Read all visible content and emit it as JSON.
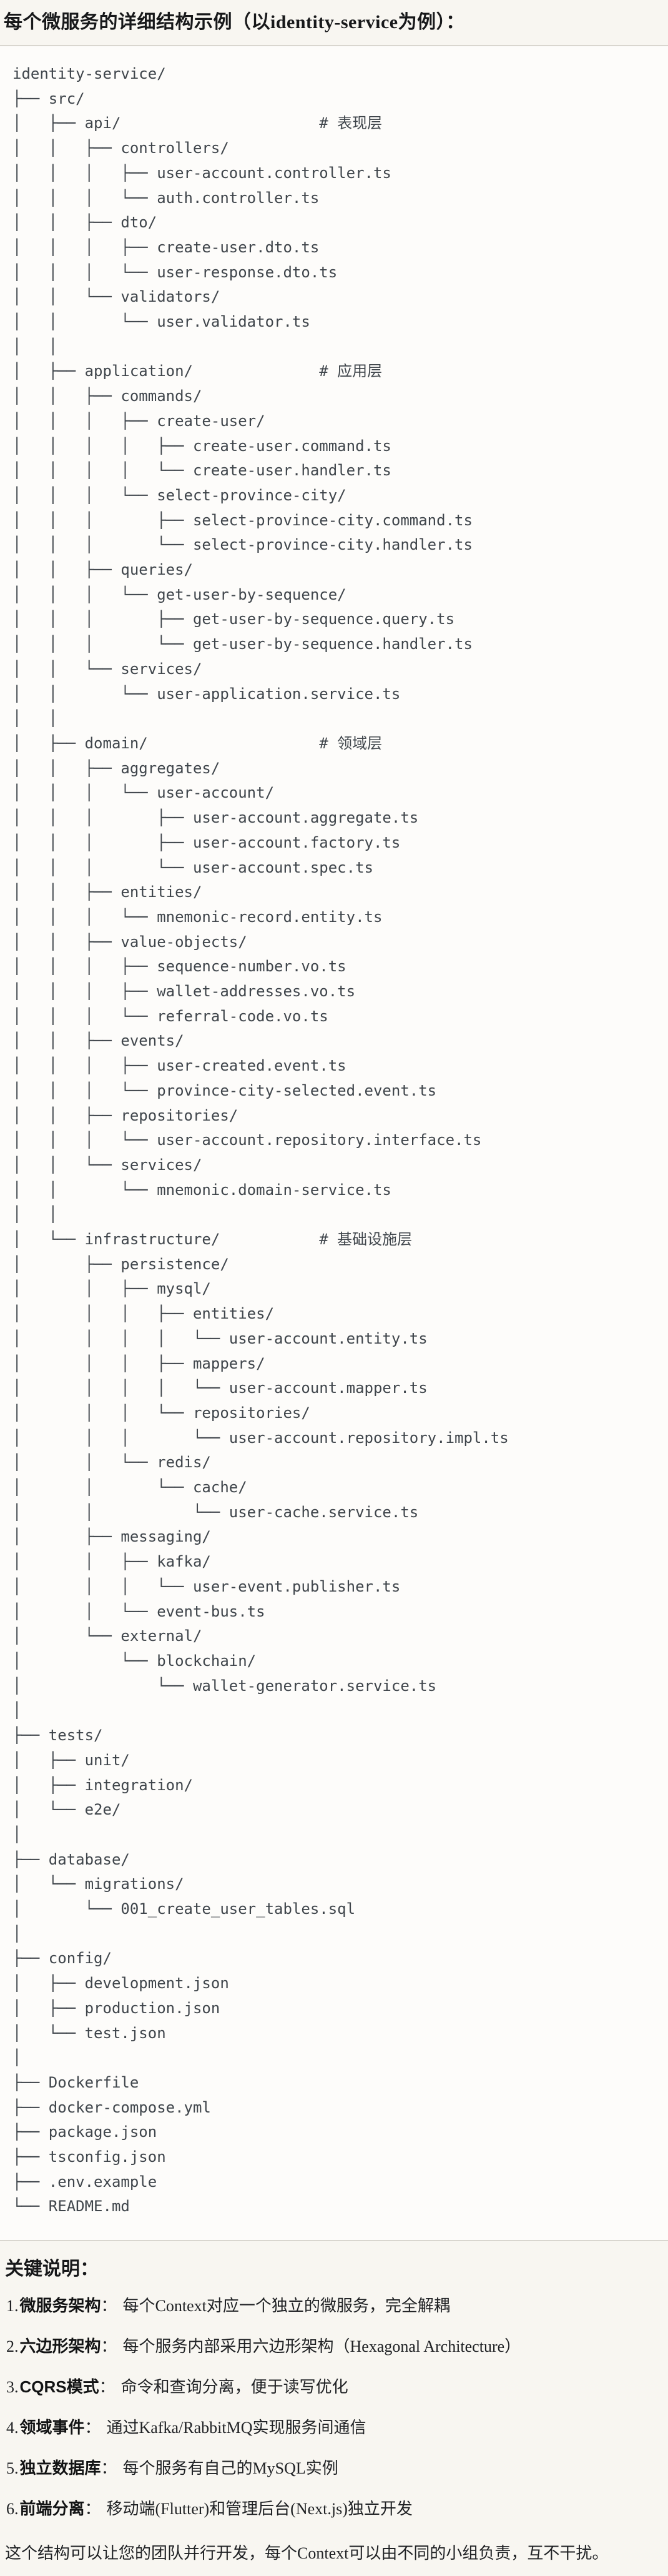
{
  "header": {
    "title": "每个微服务的详细结构示例（以identity-service为例）："
  },
  "tree": {
    "lines": [
      "identity-service/",
      "├── src/",
      "│   ├── api/                      # 表现层",
      "│   │   ├── controllers/",
      "│   │   │   ├── user-account.controller.ts",
      "│   │   │   └── auth.controller.ts",
      "│   │   ├── dto/",
      "│   │   │   ├── create-user.dto.ts",
      "│   │   │   └── user-response.dto.ts",
      "│   │   └── validators/",
      "│   │       └── user.validator.ts",
      "│   │",
      "│   ├── application/              # 应用层",
      "│   │   ├── commands/",
      "│   │   │   ├── create-user/",
      "│   │   │   │   ├── create-user.command.ts",
      "│   │   │   │   └── create-user.handler.ts",
      "│   │   │   └── select-province-city/",
      "│   │   │       ├── select-province-city.command.ts",
      "│   │   │       └── select-province-city.handler.ts",
      "│   │   ├── queries/",
      "│   │   │   └── get-user-by-sequence/",
      "│   │   │       ├── get-user-by-sequence.query.ts",
      "│   │   │       └── get-user-by-sequence.handler.ts",
      "│   │   └── services/",
      "│   │       └── user-application.service.ts",
      "│   │",
      "│   ├── domain/                   # 领域层",
      "│   │   ├── aggregates/",
      "│   │   │   └── user-account/",
      "│   │   │       ├── user-account.aggregate.ts",
      "│   │   │       ├── user-account.factory.ts",
      "│   │   │       └── user-account.spec.ts",
      "│   │   ├── entities/",
      "│   │   │   └── mnemonic-record.entity.ts",
      "│   │   ├── value-objects/",
      "│   │   │   ├── sequence-number.vo.ts",
      "│   │   │   ├── wallet-addresses.vo.ts",
      "│   │   │   └── referral-code.vo.ts",
      "│   │   ├── events/",
      "│   │   │   ├── user-created.event.ts",
      "│   │   │   └── province-city-selected.event.ts",
      "│   │   ├── repositories/",
      "│   │   │   └── user-account.repository.interface.ts",
      "│   │   └── services/",
      "│   │       └── mnemonic.domain-service.ts",
      "│   │",
      "│   └── infrastructure/           # 基础设施层",
      "│       ├── persistence/",
      "│       │   ├── mysql/",
      "│       │   │   ├── entities/",
      "│       │   │   │   └── user-account.entity.ts",
      "│       │   │   ├── mappers/",
      "│       │   │   │   └── user-account.mapper.ts",
      "│       │   │   └── repositories/",
      "│       │   │       └── user-account.repository.impl.ts",
      "│       │   └── redis/",
      "│       │       └── cache/",
      "│       │           └── user-cache.service.ts",
      "│       ├── messaging/",
      "│       │   ├── kafka/",
      "│       │   │   └── user-event.publisher.ts",
      "│       │   └── event-bus.ts",
      "│       └── external/",
      "│           └── blockchain/",
      "│               └── wallet-generator.service.ts",
      "│",
      "├── tests/",
      "│   ├── unit/",
      "│   ├── integration/",
      "│   └── e2e/",
      "│",
      "├── database/",
      "│   └── migrations/",
      "│       └── 001_create_user_tables.sql",
      "│",
      "├── config/",
      "│   ├── development.json",
      "│   ├── production.json",
      "│   └── test.json",
      "│",
      "├── Dockerfile",
      "├── docker-compose.yml",
      "├── package.json",
      "├── tsconfig.json",
      "├── .env.example",
      "└── README.md"
    ]
  },
  "notes": {
    "heading": "关键说明：",
    "items": [
      {
        "num": "1.",
        "term": "微服务架构",
        "sep": "：",
        "desc": "每个Context对应一个独立的微服务，完全解耦"
      },
      {
        "num": "2.",
        "term": "六边形架构",
        "sep": "：",
        "desc": "每个服务内部采用六边形架构（Hexagonal Architecture）"
      },
      {
        "num": "3.",
        "term": "CQRS模式",
        "sep": "：",
        "desc": "命令和查询分离，便于读写优化"
      },
      {
        "num": "4.",
        "term": "领域事件",
        "sep": "：",
        "desc": "通过Kafka/RabbitMQ实现服务间通信"
      },
      {
        "num": "5.",
        "term": "独立数据库",
        "sep": "：",
        "desc": "每个服务有自己的MySQL实例"
      },
      {
        "num": "6.",
        "term": "前端分离",
        "sep": "：",
        "desc": "移动端(Flutter)和管理后台(Next.js)独立开发"
      }
    ],
    "footer": "这个结构可以让您的团队并行开发，每个Context可以由不同的小组负责，互不干扰。"
  }
}
